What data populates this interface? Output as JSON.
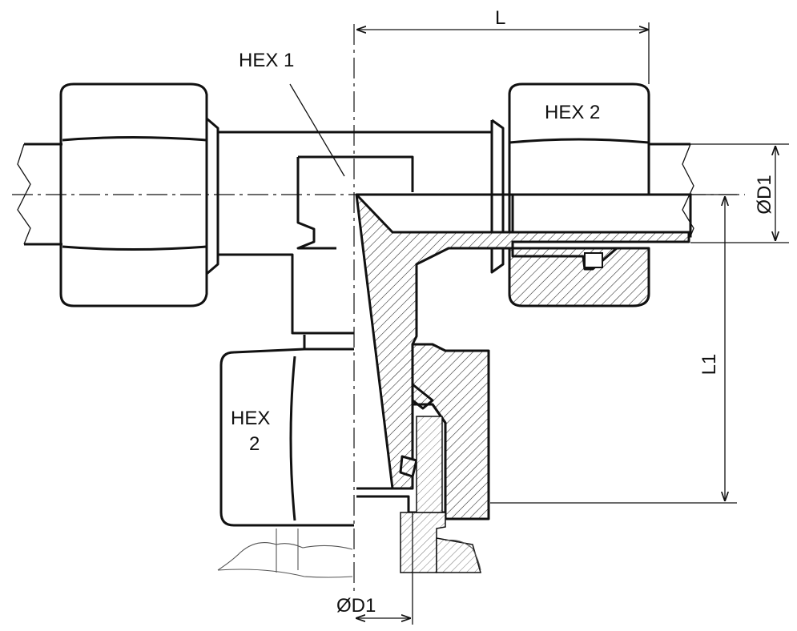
{
  "labels": {
    "hex1": "HEX 1",
    "hex2_right": "HEX 2",
    "hex2_bottom_line1": "HEX",
    "hex2_bottom_line2": "2",
    "dim_l": "L",
    "dim_l1": "L1",
    "dim_d1_right": "ØD1",
    "dim_d1_bottom": "ØD1"
  }
}
